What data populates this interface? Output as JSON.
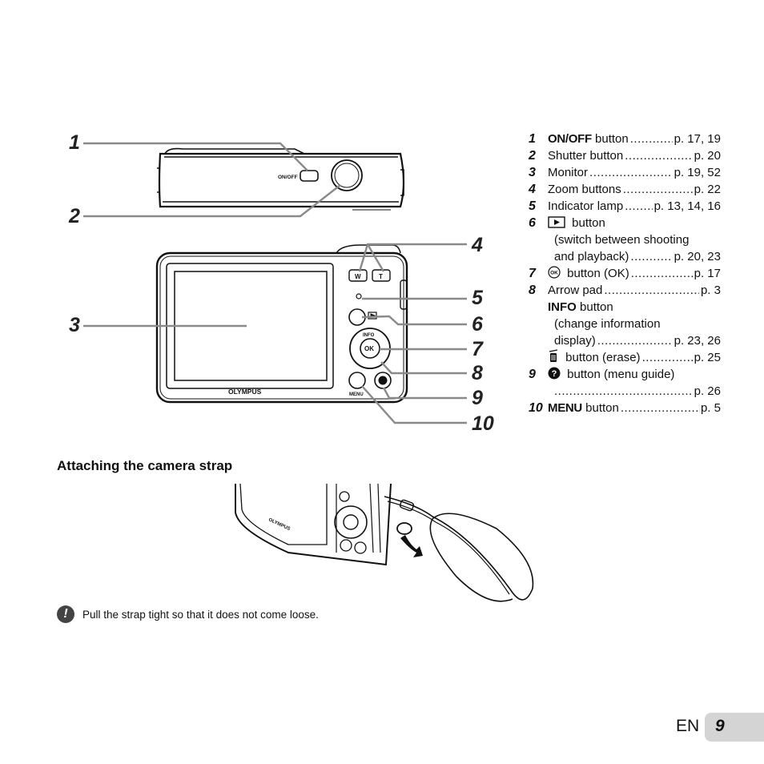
{
  "callouts": [
    "1",
    "2",
    "3",
    "4",
    "5",
    "6",
    "7",
    "8",
    "9",
    "10"
  ],
  "parts": [
    {
      "num": "1",
      "label_bold": "ON/OFF",
      "label": " button",
      "page": "p. 17, 19"
    },
    {
      "num": "2",
      "label": "Shutter button",
      "page": "p. 20"
    },
    {
      "num": "3",
      "label": "Monitor",
      "page": "p. 19, 52"
    },
    {
      "num": "4",
      "label": "Zoom buttons",
      "page": "p. 22"
    },
    {
      "num": "5",
      "label": "Indicator lamp",
      "page": "p. 13, 14, 16"
    },
    {
      "num": "6",
      "label": " button",
      "icon": "playback-icon"
    },
    {
      "line1": "(switch between shooting"
    },
    {
      "line2": "and playback)",
      "page": "p. 20, 23"
    },
    {
      "num": "7",
      "label": " button (OK)",
      "page": "p. 17",
      "icon": "ok-icon"
    },
    {
      "num": "8",
      "label": "Arrow pad",
      "page": "p. 3"
    },
    {
      "label_bold": "INFO",
      "label": " button"
    },
    {
      "line1": "(change information"
    },
    {
      "line2": "display)",
      "page": "p. 23, 26"
    },
    {
      "label": " button (erase)",
      "page": "p. 25",
      "icon": "trash-icon"
    },
    {
      "num": "9",
      "label": " button (menu guide)",
      "icon": "help-icon"
    },
    {
      "page": "p. 26"
    },
    {
      "num": "10",
      "label_bold": "MENU",
      "label": " button",
      "page": "p. 5"
    }
  ],
  "camera_labels": {
    "on_off": "ON/OFF",
    "zoom_w": "W",
    "zoom_t": "T",
    "info": "INFO",
    "ok": "OK",
    "menu": "MENU",
    "brand": "OLYMPUS",
    "strap_brand": "OLYMPUS"
  },
  "section_heading": "Attaching the camera strap",
  "note_text": "Pull the strap tight so that it does not come loose.",
  "note_icon": "!",
  "footer": {
    "lang": "EN",
    "page": "9"
  }
}
